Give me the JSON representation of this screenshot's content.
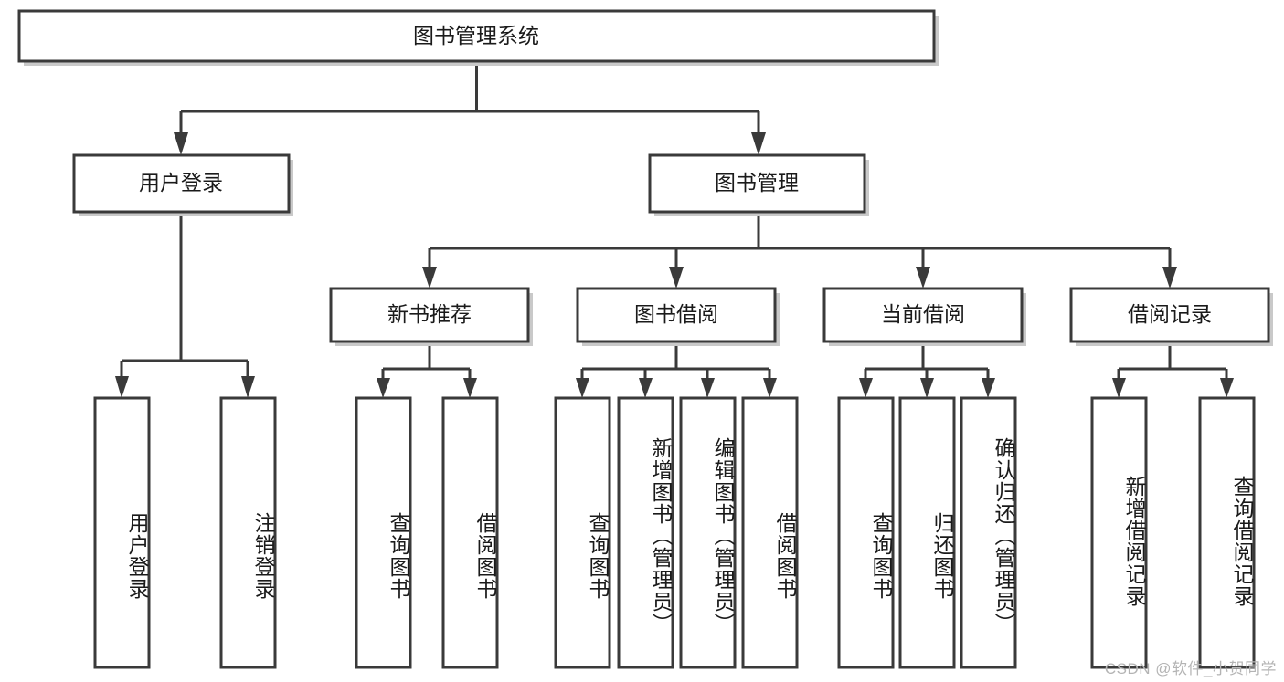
{
  "diagram": {
    "title_node": {
      "label": "图书管理系统"
    },
    "level2": [
      {
        "id": "user-login",
        "label": "用户登录"
      },
      {
        "id": "book-manage",
        "label": "图书管理"
      }
    ],
    "level3": [
      {
        "id": "new-book-recommend",
        "label": "新书推荐"
      },
      {
        "id": "book-borrow",
        "label": "图书借阅"
      },
      {
        "id": "current-borrow",
        "label": "当前借阅"
      },
      {
        "id": "borrow-record",
        "label": "借阅记录"
      }
    ],
    "leaves": {
      "user_login": [
        {
          "id": "leaf-user-login",
          "label": "用户登录"
        },
        {
          "id": "leaf-logout-login",
          "label": "注销登录"
        }
      ],
      "new_book_recommend": [
        {
          "id": "leaf-query-book-1",
          "label": "查询图书"
        },
        {
          "id": "leaf-borrow-book-1",
          "label": "借阅图书"
        }
      ],
      "book_borrow": [
        {
          "id": "leaf-query-book-2",
          "label": "查询图书"
        },
        {
          "id": "leaf-add-book",
          "label": "新增图书（管理员）"
        },
        {
          "id": "leaf-edit-book",
          "label": "编辑图书（管理员）"
        },
        {
          "id": "leaf-borrow-book-2",
          "label": "借阅图书"
        }
      ],
      "current_borrow": [
        {
          "id": "leaf-query-book-3",
          "label": "查询图书"
        },
        {
          "id": "leaf-return-book",
          "label": "归还图书"
        },
        {
          "id": "leaf-confirm-return",
          "label": "确认归还（管理员）"
        }
      ],
      "borrow_record": [
        {
          "id": "leaf-add-record",
          "label": "新增借阅记录"
        },
        {
          "id": "leaf-query-record",
          "label": "查询借阅记录"
        }
      ]
    }
  },
  "watermark": {
    "text": "CSDN @软件_小贺同学"
  },
  "colors": {
    "stroke": "#3a3a3a",
    "box_fill": "#ffffff",
    "shadow": "#c9c9c9",
    "text": "#1a1a1a",
    "watermark": "#b4b4b4",
    "background": "#ffffff"
  }
}
